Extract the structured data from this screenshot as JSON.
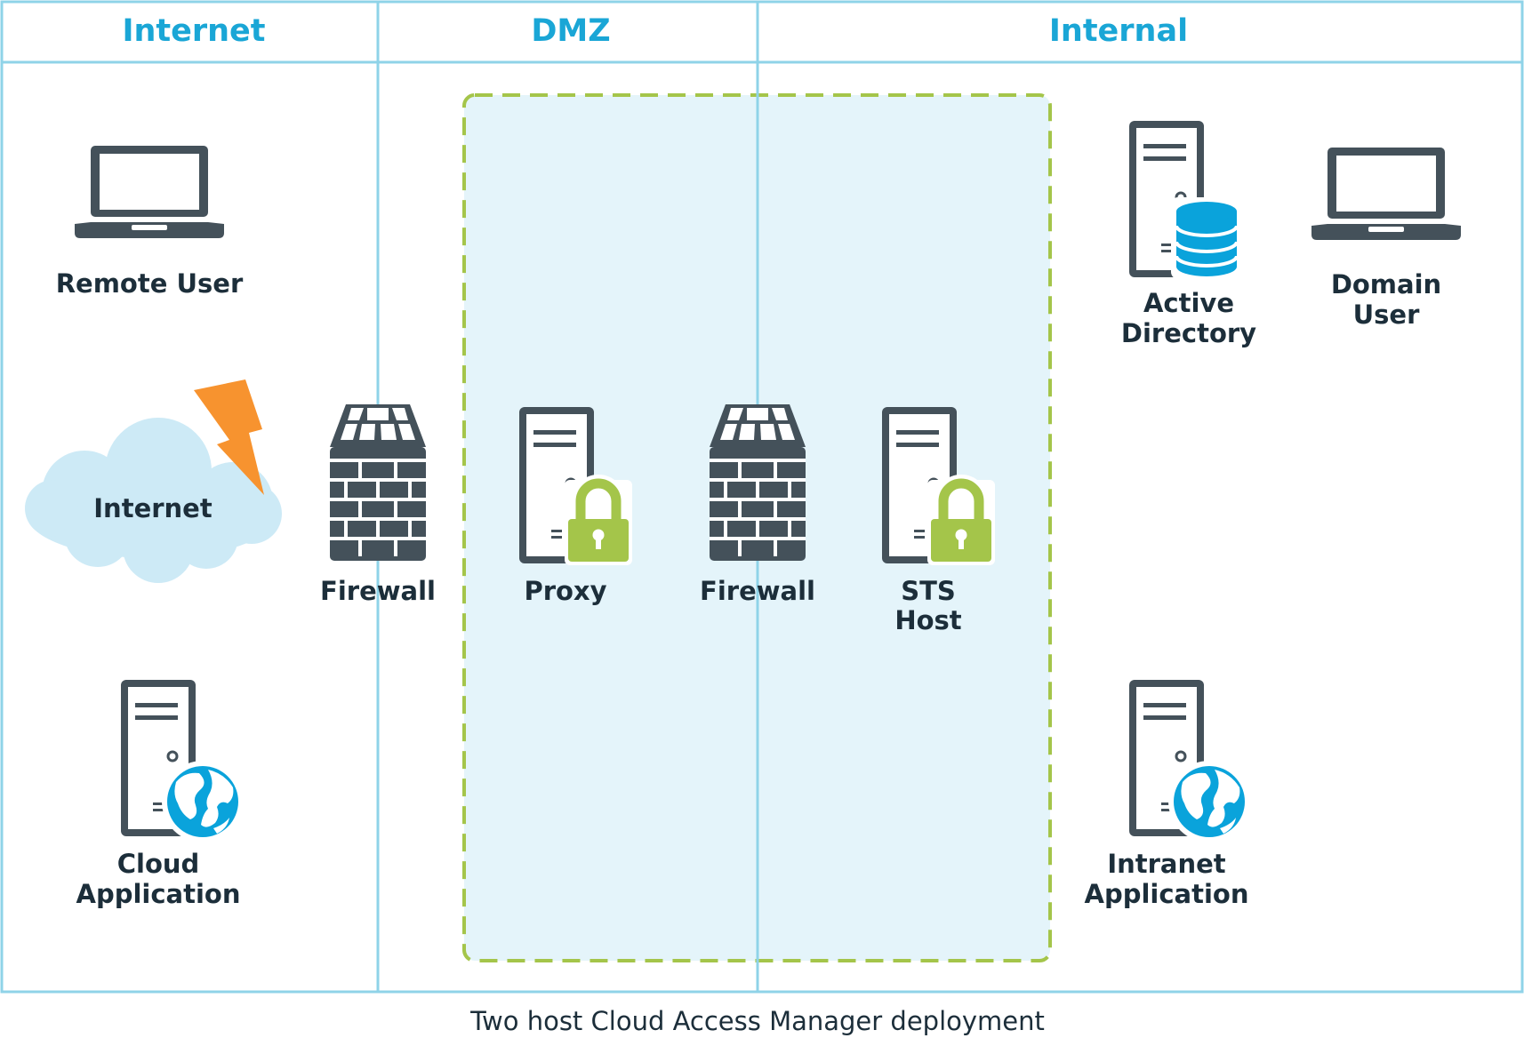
{
  "zones": {
    "internet": "Internet",
    "dmz": "DMZ",
    "internal": "Internal"
  },
  "nodes": {
    "remote_user": {
      "icon": "laptop-icon",
      "line1": "Remote User"
    },
    "internet_cloud": {
      "icon": "cloud-icon",
      "line1": "Internet"
    },
    "cloud_application": {
      "icon": "server-globe-icon",
      "line1": "Cloud",
      "line2": "Application"
    },
    "firewall_1": {
      "icon": "firewall-icon",
      "line1": "Firewall"
    },
    "proxy": {
      "icon": "server-lock-icon",
      "line1": "Proxy"
    },
    "firewall_2": {
      "icon": "firewall-icon",
      "line1": "Firewall"
    },
    "sts_host": {
      "icon": "server-lock-icon",
      "line1": "STS",
      "line2": "Host"
    },
    "active_directory": {
      "icon": "server-database-icon",
      "line1": "Active",
      "line2": "Directory"
    },
    "domain_user": {
      "icon": "laptop-icon",
      "line1": "Domain",
      "line2": "User"
    },
    "intranet_application": {
      "icon": "server-globe-icon",
      "line1": "Intranet",
      "line2": "Application"
    }
  },
  "caption": "Two host Cloud Access Manager deployment",
  "colors": {
    "zone_border": "#8fd3e8",
    "zone_title": "#1aa6d6",
    "icon_dark": "#44515a",
    "lock_green": "#a4c54a",
    "highlight_fill": "#e4f4fa",
    "highlight_border": "#a4c54a",
    "cloud": "#cdeaf6",
    "lightning": "#f7932f",
    "globe": "#0aa3db",
    "database": "#0aa3db",
    "text": "#1c2e3a"
  }
}
